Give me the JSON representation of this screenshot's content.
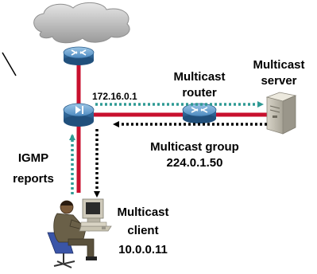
{
  "labels": {
    "ip_router": "172.16.0.1",
    "multicast_router_line1": "Multicast",
    "multicast_router_line2": "router",
    "multicast_server_line1": "Multicast",
    "multicast_server_line2": "server",
    "multicast_group_line1": "Multicast group",
    "multicast_group_line2": "224.0.1.50",
    "igmp_line1": "IGMP",
    "igmp_line2": "reports",
    "client_line1": "Multicast",
    "client_line2": "client",
    "client_line3": "10.0.0.11"
  },
  "colors": {
    "link_red": "#c8102e",
    "teal_arrow": "#2f9a94",
    "black_arrow": "#000000",
    "device_blue": "#3f7fb0",
    "cloud_gray": "#b8b8b8"
  },
  "icons": {
    "cloud": "network-cloud-icon",
    "top_router": "router-icon",
    "switch": "multilayer-switch-icon",
    "multicast_router": "router-icon",
    "server": "server-icon",
    "client": "user-workstation-icon"
  }
}
